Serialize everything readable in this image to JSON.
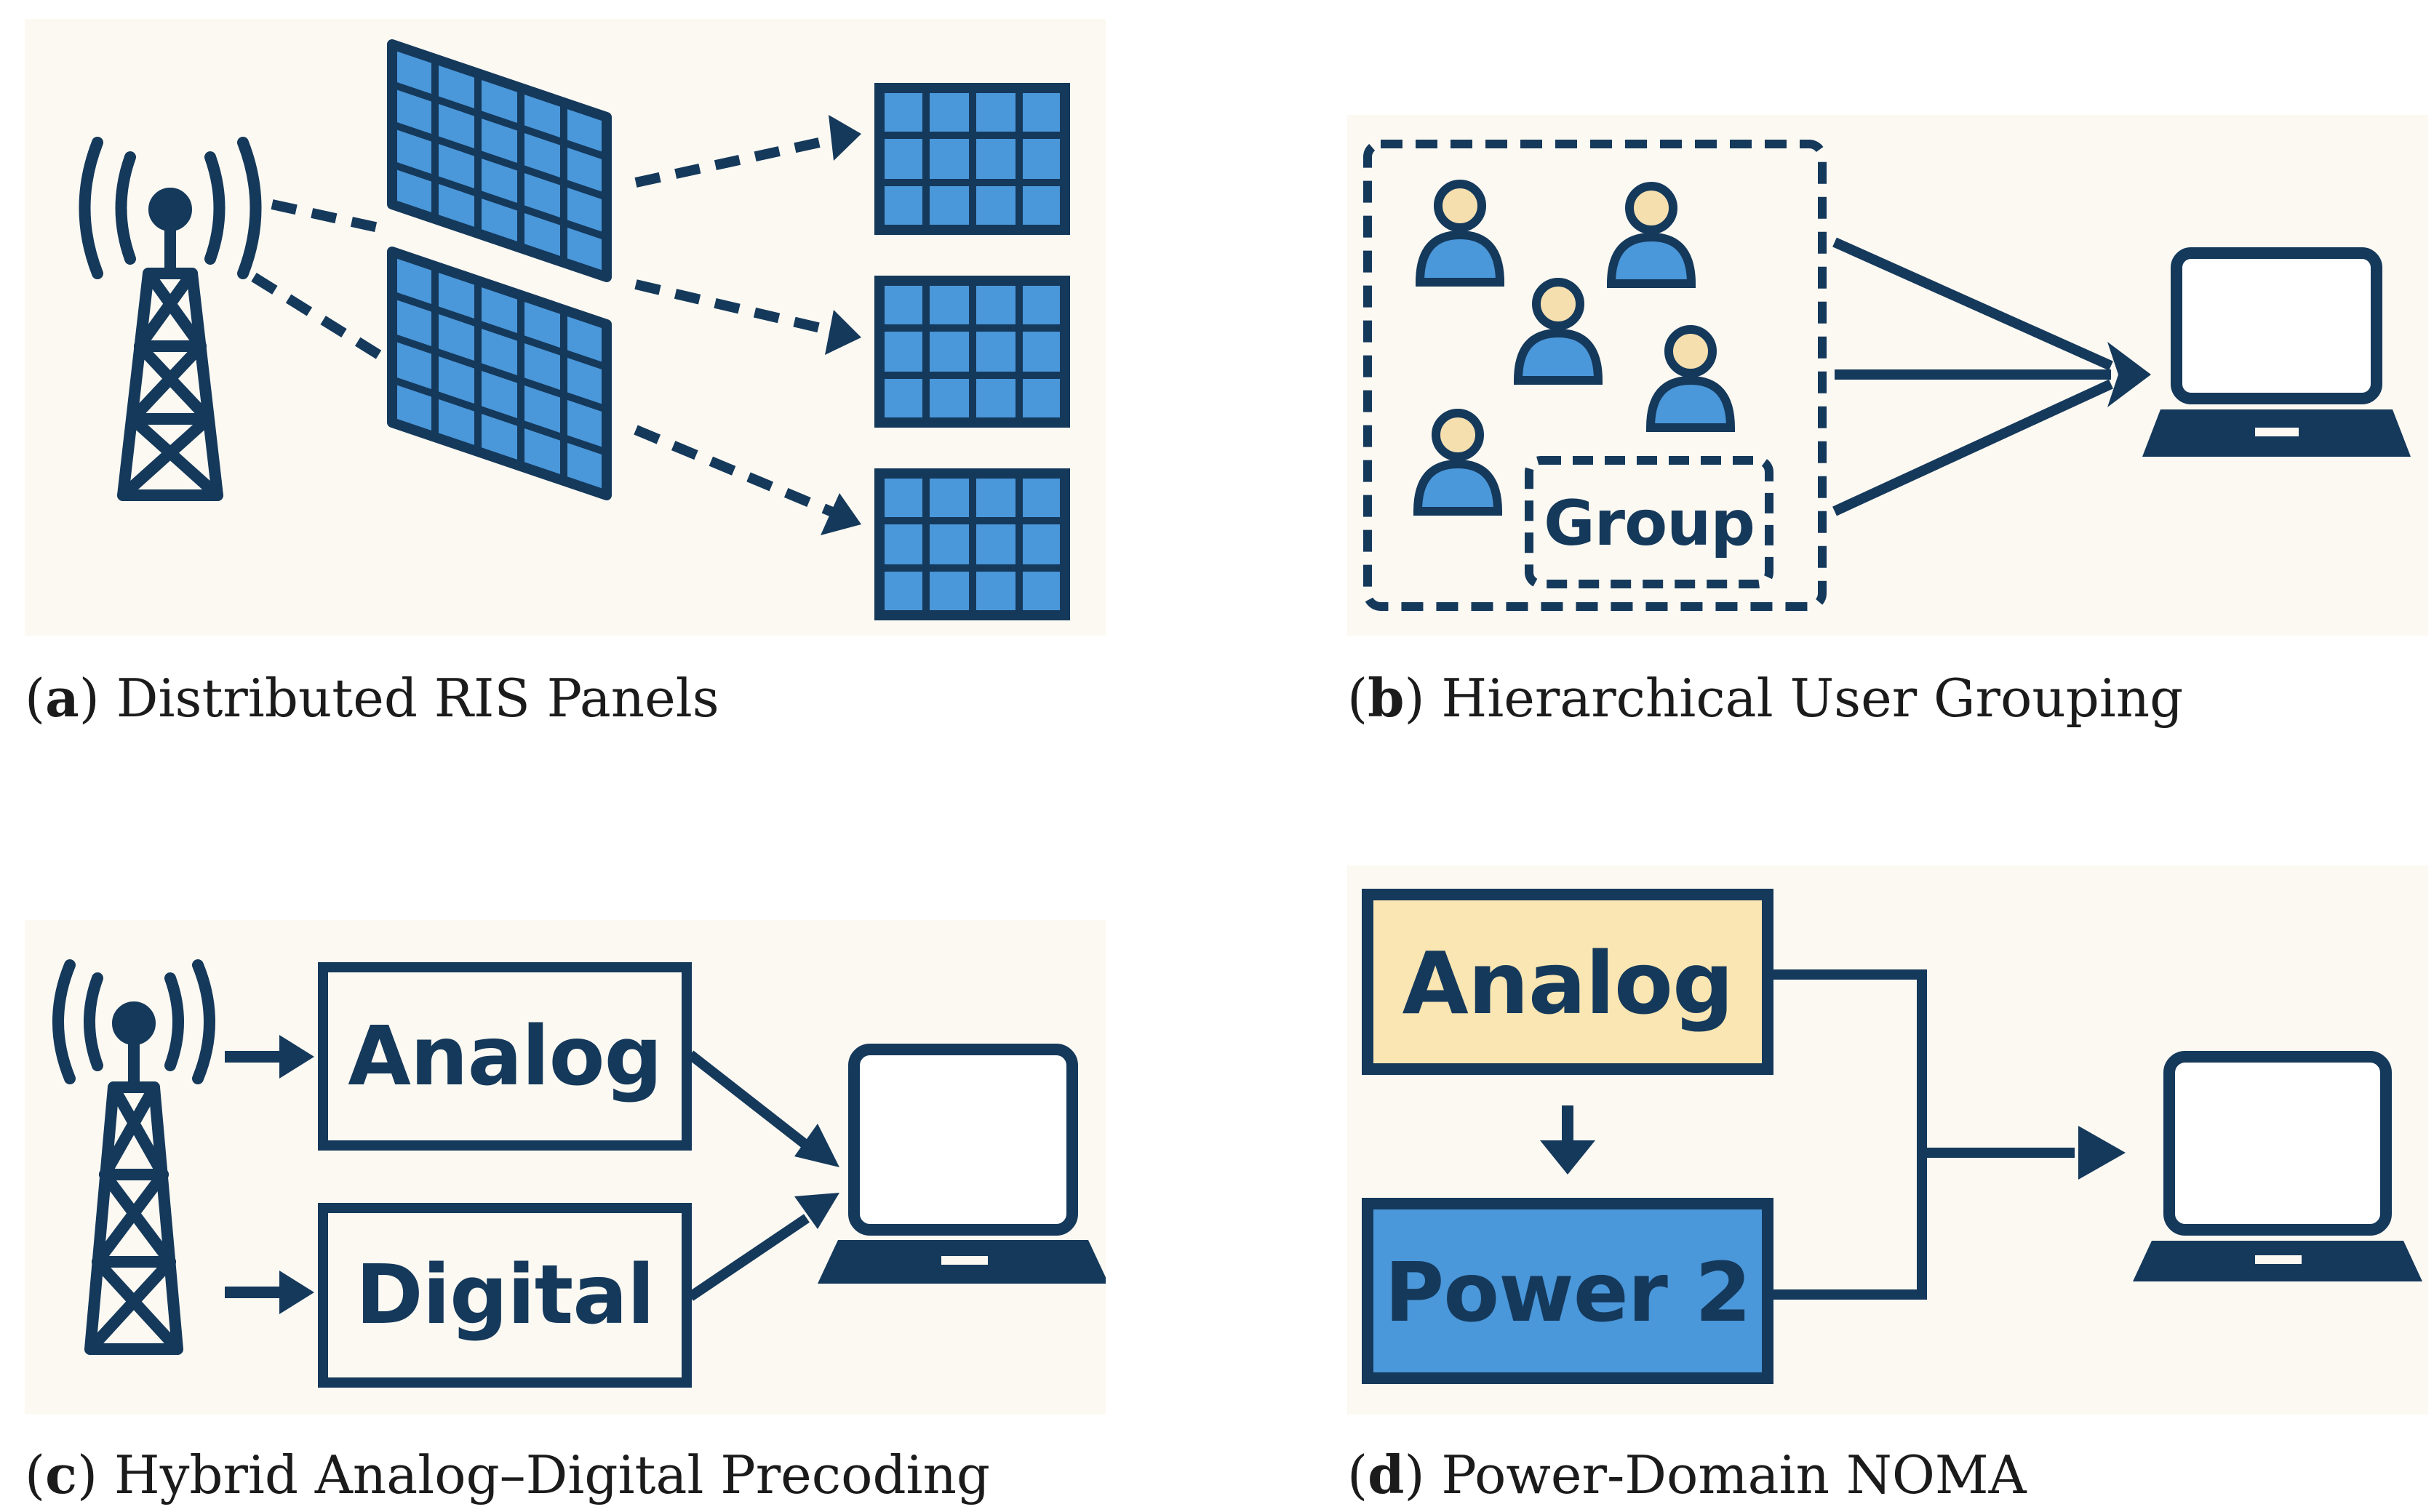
{
  "panels": {
    "a": {
      "letter": "a",
      "caption": "Distributed RIS Panels"
    },
    "b": {
      "letter": "b",
      "caption": "Hierarchical User Grouping",
      "group_label": "Group"
    },
    "c": {
      "letter": "c",
      "caption": "Hybrid Analog–Digital Precoding",
      "analog_label": "Analog",
      "digital_label": "Digital"
    },
    "d": {
      "letter": "d",
      "caption": "Power-Domain NOMA",
      "analog_label": "Analog",
      "power_label": "Power 2"
    }
  },
  "colors": {
    "navy": "#15395b",
    "panel_blue": "#4a97da",
    "skin": "#f5dfae",
    "analog_fill": "#fae6b2",
    "power_fill": "#4a97da",
    "background": "#fcf9f2"
  },
  "icons": [
    "tower-icon",
    "ris-panel-icon",
    "receiver-panel-icon",
    "user-icon",
    "laptop-icon",
    "arrow-icon"
  ]
}
